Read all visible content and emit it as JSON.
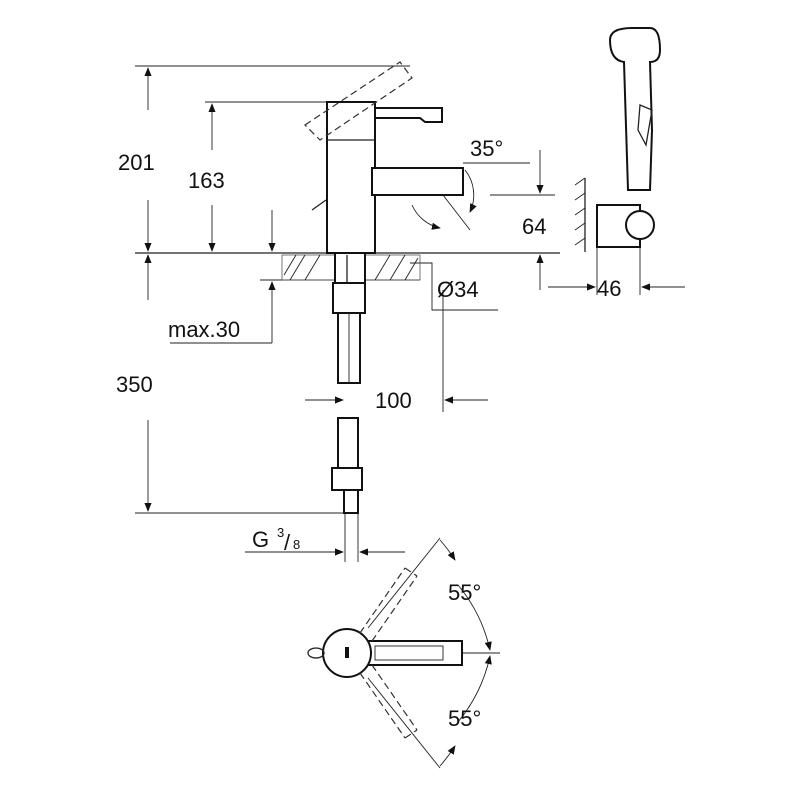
{
  "dimensions": {
    "total_height": "201",
    "spout_height": "163",
    "spout_angle": "35°",
    "spout_offset": "64",
    "hole_diameter": "Ø34",
    "max_thickness": "max.30",
    "hose_length": "350",
    "hose_offset": "100",
    "connection": {
      "prefix": "G",
      "num": "3",
      "den": "8"
    },
    "holder_depth": "46",
    "swivel_left": "55°",
    "swivel_right": "55°"
  },
  "colors": {
    "line": "#222222",
    "background": "#ffffff"
  }
}
